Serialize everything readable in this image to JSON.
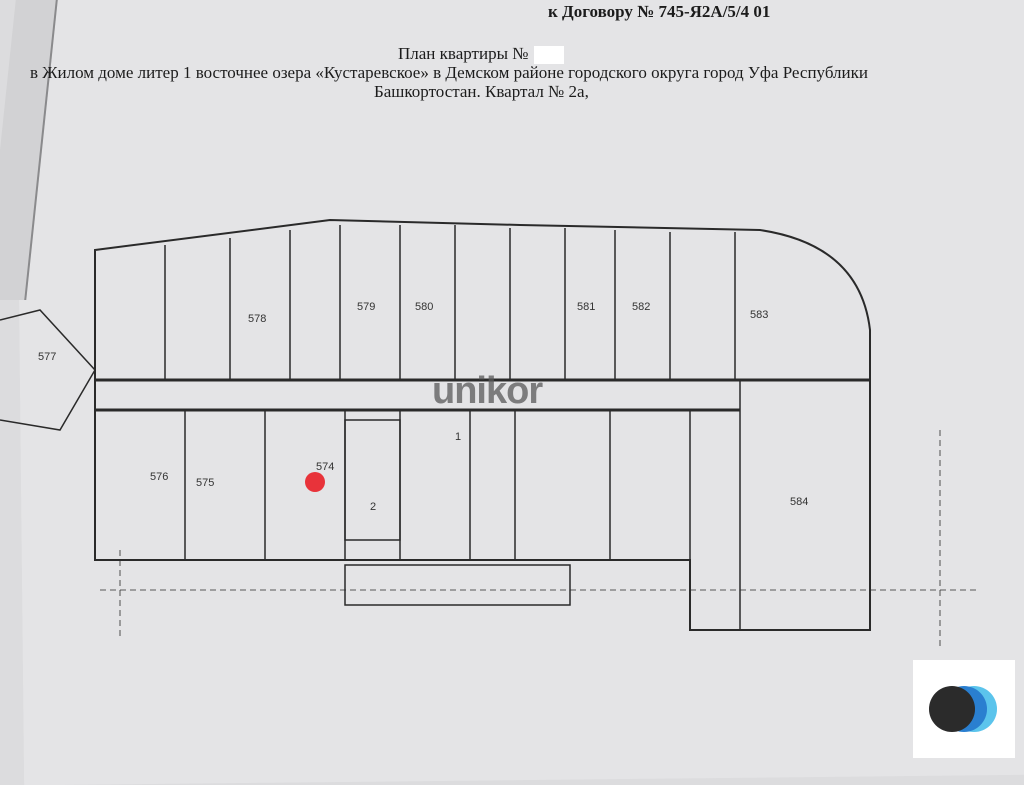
{
  "document": {
    "contract_ref": "к  Договору  № 745-Я2А/5/4 01",
    "plan_title": "План квартиры №",
    "address_line1": "в Жилом доме литер 1 восточнее озера «Кустаревское» в Демском районе городского округа город Уфа Республики",
    "address_line2": "Башкортостан. Квартал № 2а,"
  },
  "plan": {
    "apartment_numbers": [
      "577",
      "578",
      "579",
      "580",
      "581",
      "582",
      "583",
      "576",
      "575",
      "574",
      "584"
    ],
    "section_marks": [
      "1",
      "2"
    ],
    "highlight_color": "#e8333a"
  },
  "watermark": "unikor",
  "logo": {
    "name": "circles-logo",
    "colors": [
      "#2b2b2b",
      "#2a7fd0",
      "#5bc4ec"
    ]
  }
}
